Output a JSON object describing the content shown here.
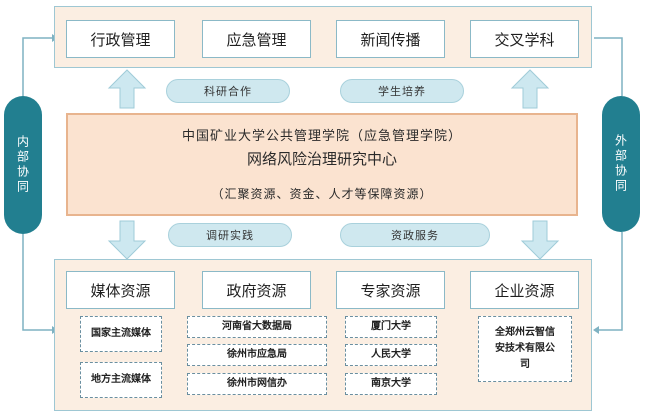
{
  "domains": [
    "行政管理",
    "应急管理",
    "新闻传播",
    "交叉学科"
  ],
  "pills_top": [
    "科研合作",
    "学生培养"
  ],
  "pills_bottom": [
    "调研实践",
    "资政服务"
  ],
  "side_left": "内部协同",
  "side_right": "外部协同",
  "center": {
    "line1": "中国矿业大学公共管理学院（应急管理学院）",
    "line2": "网络风险治理研究中心",
    "line3": "（汇聚资源、资金、人才等保障资源）"
  },
  "resources": [
    {
      "title": "媒体资源",
      "items": [
        "国家主流媒体",
        "地方主流媒体"
      ]
    },
    {
      "title": "政府资源",
      "items": [
        "河南省大数据局",
        "徐州市应急局",
        "徐州市网信办"
      ]
    },
    {
      "title": "专家资源",
      "items": [
        "厦门大学",
        "人民大学",
        "南京大学"
      ]
    },
    {
      "title": "企业资源",
      "items": [
        "全郑州云智信安技术有限公司"
      ]
    }
  ],
  "colors": {
    "panel": "#fbeee2",
    "panel_border": "#9ec7d3",
    "side": "#227f90",
    "pill": "#cfe8ef",
    "arrow": "#cde8f0",
    "center_border": "#e8b48e"
  }
}
